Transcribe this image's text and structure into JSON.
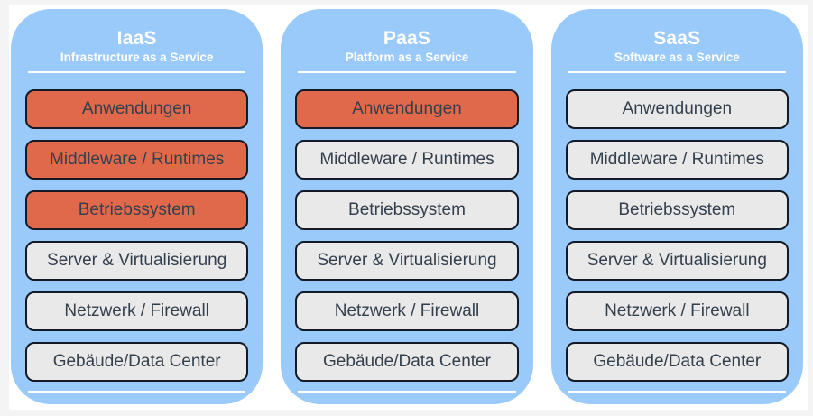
{
  "colors": {
    "panel_blue": "#9ACAF9",
    "highlight_orange": "#E0694B",
    "neutral_gray": "#E9E9E9",
    "box_border": "#131A25",
    "box_text": "#333F4C",
    "header_text": "#FFFFFF",
    "canvas_background": "#FFFFFF",
    "frame_background": "#F4F4F5"
  },
  "columns": [
    {
      "id": "iaas",
      "title": "IaaS",
      "subtitle": "Infrastructure as a Service",
      "layers": [
        {
          "label": "Anwendungen",
          "variant": "highlight"
        },
        {
          "label": "Middleware / Runtimes",
          "variant": "highlight"
        },
        {
          "label": "Betriebssystem",
          "variant": "highlight"
        },
        {
          "label": "Server & Virtualisierung",
          "variant": "default"
        },
        {
          "label": "Netzwerk / Firewall",
          "variant": "default"
        },
        {
          "label": "Gebäude/Data Center",
          "variant": "default"
        }
      ]
    },
    {
      "id": "paas",
      "title": "PaaS",
      "subtitle": "Platform as a Service",
      "layers": [
        {
          "label": "Anwendungen",
          "variant": "highlight"
        },
        {
          "label": "Middleware / Runtimes",
          "variant": "default"
        },
        {
          "label": "Betriebssystem",
          "variant": "default"
        },
        {
          "label": "Server & Virtualisierung",
          "variant": "default"
        },
        {
          "label": "Netzwerk / Firewall",
          "variant": "default"
        },
        {
          "label": "Gebäude/Data Center",
          "variant": "default"
        }
      ]
    },
    {
      "id": "saas",
      "title": "SaaS",
      "subtitle": "Software as a Service",
      "layers": [
        {
          "label": "Anwendungen",
          "variant": "default"
        },
        {
          "label": "Middleware / Runtimes",
          "variant": "default"
        },
        {
          "label": "Betriebssystem",
          "variant": "default"
        },
        {
          "label": "Server & Virtualisierung",
          "variant": "default"
        },
        {
          "label": "Netzwerk / Firewall",
          "variant": "default"
        },
        {
          "label": "Gebäude/Data Center",
          "variant": "default"
        }
      ]
    }
  ]
}
